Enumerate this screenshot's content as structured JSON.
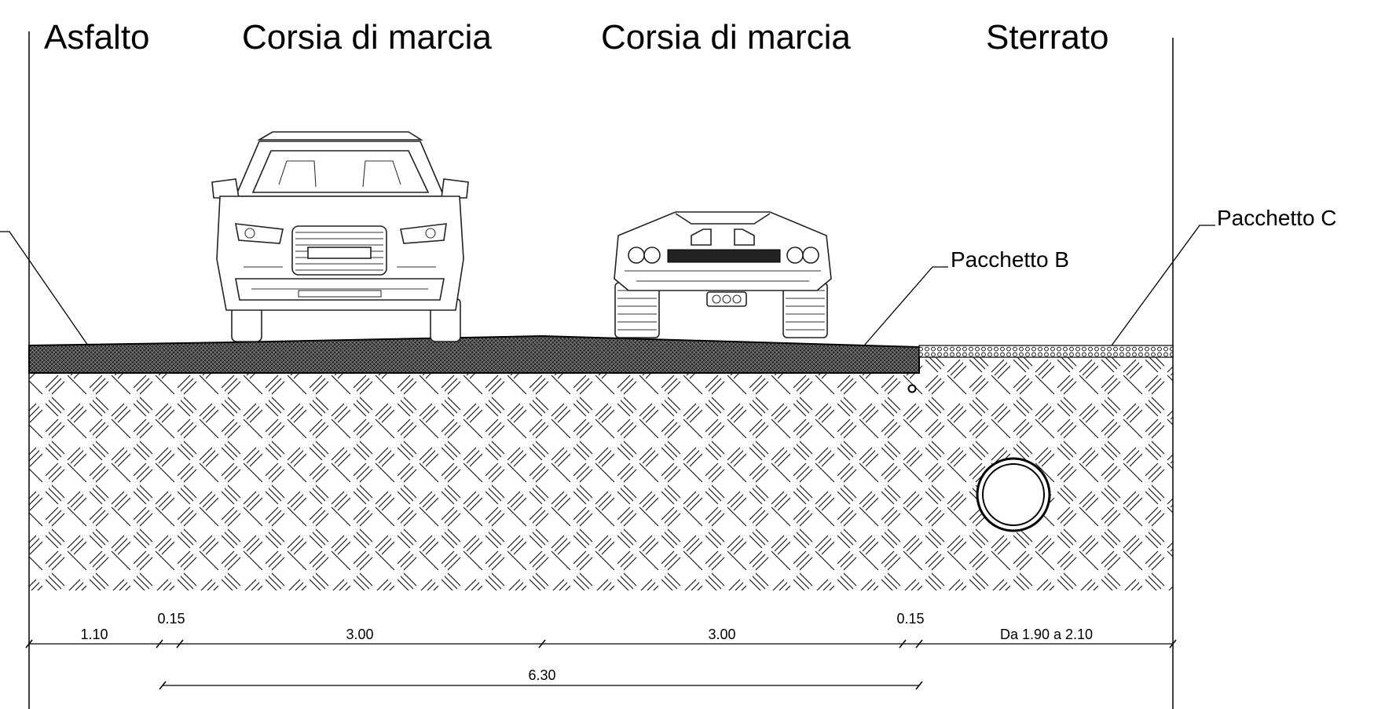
{
  "headers": {
    "asfalto": "Asfalto",
    "corsia1": "Corsia di marcia",
    "corsia2": "Corsia di marcia",
    "sterrato": "Sterrato"
  },
  "callouts": {
    "pacchetto_b": "Pacchetto B",
    "pacchetto_c": "Pacchetto C"
  },
  "dimensions": {
    "d1": "1.10",
    "d2": "0.15",
    "d3": "3.00",
    "d4": "3.00",
    "d5": "0.15",
    "d6": "Da 1.90 a 2.10",
    "total": "6.30"
  },
  "colors": {
    "line": "#000000",
    "asphalt_hatch": "#333333",
    "background": "#ffffff"
  }
}
